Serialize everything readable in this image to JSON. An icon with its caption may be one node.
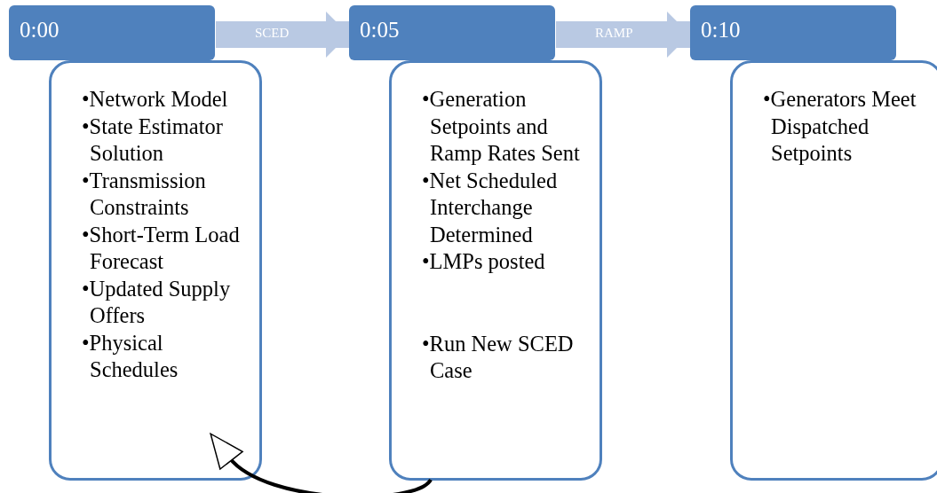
{
  "diagram": {
    "nodes": [
      {
        "text": [
          "0:00"
        ]
      },
      {
        "text": [
          "•Network Model",
          "•State Estimator Solution",
          "•Transmission Constraints",
          "•Short-Term Load Forecast",
          "•Updated Supply Offers",
          "•Physical Schedules"
        ]
      },
      {
        "text": [
          "0:05"
        ]
      },
      {
        "text": [
          "•Generation Setpoints and Ramp Rates Sent",
          "•Net Scheduled Interchange Determined",
          "•LMPs posted",
          "•Run New SCED Case"
        ]
      },
      {
        "text": [
          "0:10"
        ]
      },
      {
        "text": [
          "•Generators Meet Dispatched Setpoints"
        ]
      }
    ],
    "edges": [
      {
        "from": 0,
        "to": 2,
        "arrow": "to",
        "label": "SCED"
      },
      {
        "from": 2,
        "to": 4,
        "arrow": "to",
        "label": "RAMP"
      },
      {
        "from": 3,
        "to": 1,
        "arrow": "to",
        "color": "#000000"
      }
    ]
  }
}
